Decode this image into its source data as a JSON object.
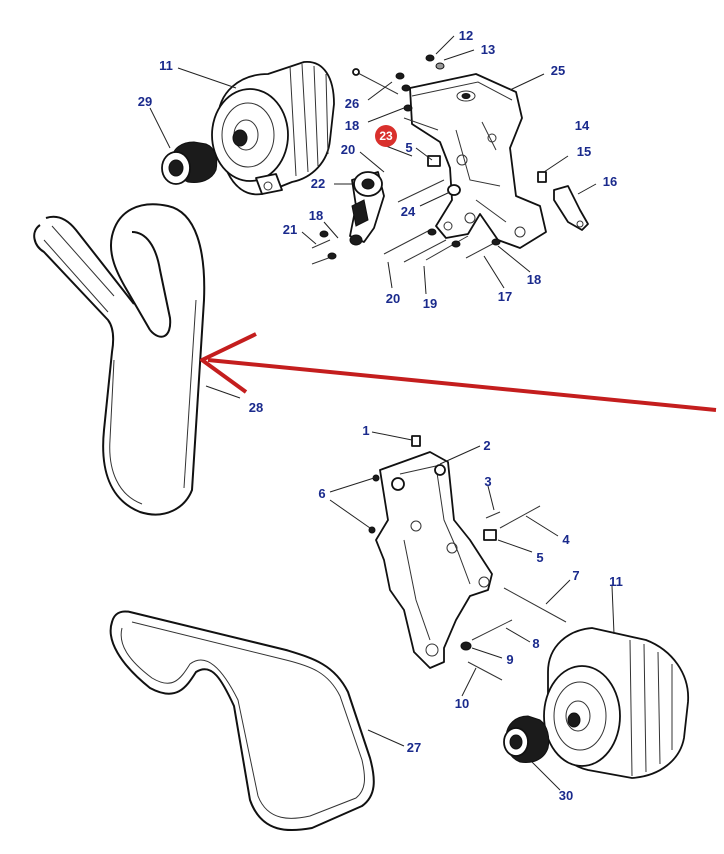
{
  "part_labels": {
    "p1": "1",
    "p2": "2",
    "p3": "3",
    "p4": "4",
    "p5a": "5",
    "p5b": "5",
    "p6": "6",
    "p7": "7",
    "p8": "8",
    "p9": "9",
    "p10": "10",
    "p11a": "11",
    "p11b": "11",
    "p12": "12",
    "p13": "13",
    "p14": "14",
    "p15": "15",
    "p16": "16",
    "p17": "17",
    "p18a": "18",
    "p18b": "18",
    "p18c": "18",
    "p19": "19",
    "p20a": "20",
    "p20b": "20",
    "p21": "21",
    "p22": "22",
    "p23": "23",
    "p24": "24",
    "p25": "25",
    "p26": "26",
    "p27": "27",
    "p28": "28",
    "p29": "29",
    "p30": "30"
  },
  "highlight": {
    "part": "23",
    "color": "#d9302c"
  },
  "arrow": {
    "color": "#c41e1e",
    "points_to_part": "28"
  },
  "colors": {
    "labels": "#1a2a8c",
    "lines": "#111111"
  }
}
